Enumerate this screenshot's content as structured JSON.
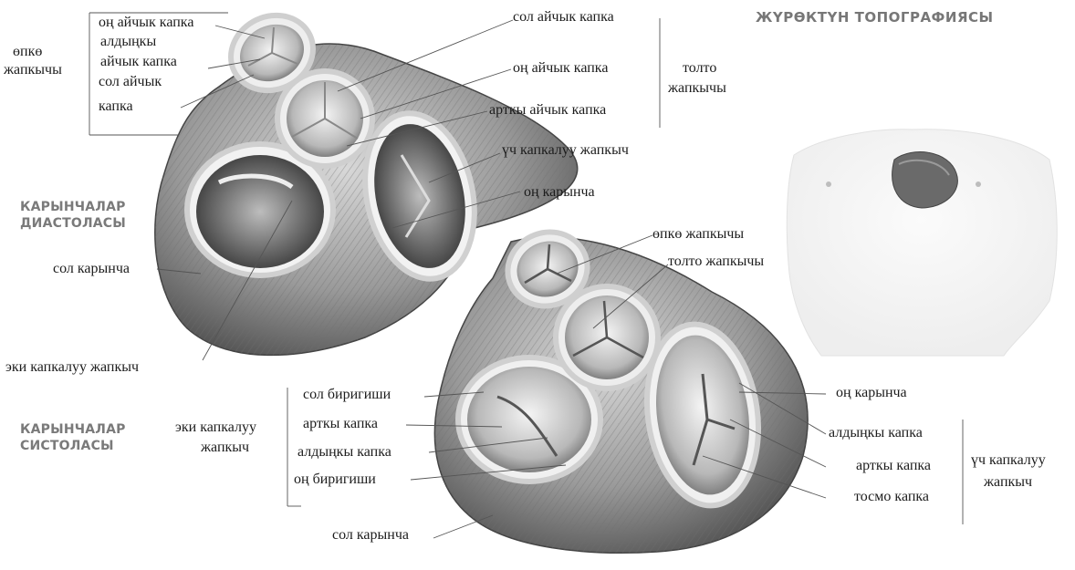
{
  "title": "ЖҮРӨКТҮН ТОПОГРАФИЯСЫ",
  "sections": {
    "diastole": [
      "КАРЫНЧАЛАР",
      "ДИАСТОЛАСЫ"
    ],
    "systole": [
      "КАРЫНЧАЛАР",
      "СИСТОЛАСЫ"
    ]
  },
  "top_labels": {
    "pulm_group": [
      "өпкө",
      "жапкычы"
    ],
    "right_semilunar": "оң айчык капка",
    "anterior_semilunar": [
      "алдыңкы",
      "айчык капка"
    ],
    "left_semilunar": [
      "сол айчык",
      "капка"
    ],
    "aortic_left": "сол айчык капка",
    "aortic_right": "оң айчык капка",
    "aortic_posterior": "арткы айчык капка",
    "aorta_group": [
      "толто",
      "жапкычы"
    ],
    "tricuspid": "үч капкалуу жапкыч",
    "right_ventricle": "оң карынча",
    "left_ventricle": "сол карынча",
    "mitral": "эки капкалуу жапкыч"
  },
  "bottom_labels": {
    "pulm_valve": "өпкө жапкычы",
    "aortic_valve": "толто жапкычы",
    "mitral_group": [
      "эки капкалуу",
      "жапкыч"
    ],
    "left_commissure": "сол биригиши",
    "posterior_cusp": "арткы капка",
    "anterior_cusp": "алдыңкы капка",
    "right_commissure": "оң биригиши",
    "left_ventricle": "сол карынча",
    "right_ventricle": "оң карынча",
    "tri_anterior": "алдыңкы капка",
    "tri_posterior": "арткы капка",
    "tri_septal": "тосмо капка",
    "tricuspid_group": [
      "үч капкалуу",
      "жапкыч"
    ]
  }
}
